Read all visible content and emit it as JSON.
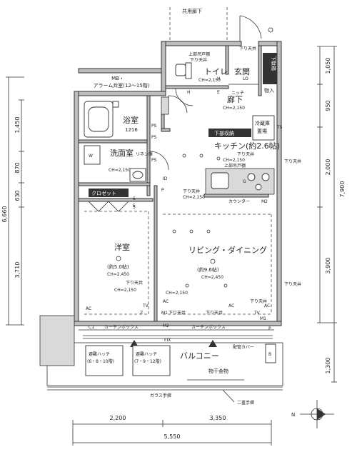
{
  "corridor": "共用廊下",
  "rooms": {
    "toilet": "トイレ",
    "toilet_ceiling": "CH=2,150",
    "entrance": "玄関",
    "storage": "物入",
    "shoe_box": "下駄箱",
    "niche": "ニッチ",
    "hallway": "廊下",
    "hallway_ceiling": "CH=2,150",
    "mb": "MB・",
    "alarm": "アラーム弁室(12～15階)",
    "bath": "浴室",
    "bath_size": "1216",
    "washroom": "洗面室",
    "washroom_ceiling": "CH=2,150",
    "linen": "リネン庫",
    "closet": "クロゼット",
    "fridge": "冷蔵庫",
    "fridge2": "置場",
    "floor_storage": "下部収納",
    "kitchen": "キッチン(約2.6帖)",
    "kitchen_ceiling": "CH=2,150",
    "upper_cabinet": "上部吊戸棚",
    "upper_cabinet2": "上部吊戸棚",
    "counter": "カウンター",
    "living": "リビング・ダイニング",
    "living_size": "(約9.6帖)",
    "living_ceiling": "CH=2,450",
    "western": "洋室",
    "western_size": "(約5.0帖)",
    "western_ceiling": "CH=2,450",
    "balcony": "バルコニー",
    "laundry": "物干金物",
    "hatch1": "避難ハッチ",
    "hatch1_floors": "(6・8・10階)",
    "hatch2": "避難ハッチ",
    "hatch2_floors": "(7・9・12階)",
    "glass_rail": "ガラス手摺",
    "double_rail": "二重手摺",
    "pipe_cover": "配管カバー",
    "curtain1": "カーテンボックス",
    "curtain2": "カーテンボックス",
    "fix": "FIX"
  },
  "labels": {
    "drop_ceiling_1": "下り天井",
    "drop_ceiling_2": "下り天井",
    "drop_ceiling_3": "下り天井",
    "drop_ceiling_4": "下り天井",
    "drop_ceiling_5": "下り天井",
    "drop_ceiling_6": "下り天井",
    "drop_ceiling_7": "下り天井",
    "drop_ceiling_8": "下り天井",
    "drop_ceiling_9": "下り天井",
    "drop_ceiling_10": "下り天井",
    "ch_1": "CH=2,150",
    "ch_2": "CH=2,150",
    "ch_3": "CH=2,150",
    "upper_toilet": "上部吊戸棚",
    "ps1": "PS",
    "ps2": "PS",
    "ps3": "PS",
    "mb": "MB",
    "p1": "P",
    "p2": "P",
    "m1": "M1",
    "m1b": "M1",
    "m2": "M2",
    "m2b": "M2",
    "c1": "C1",
    "b": "B",
    "ac1": "AC",
    "ac2": "AC",
    "ac3": "AC",
    "ac4": "AC",
    "tv1": "TV",
    "tv2": "TV",
    "z1": "Z",
    "w": "W",
    "lo": "LO",
    "id": "ID",
    "ts": "TS",
    "g": "G",
    "h1": "H",
    "h2": "H",
    "e": "E",
    "numbers": [
      "5",
      "6",
      "1",
      "2",
      "3",
      "4",
      "1",
      "2",
      "3",
      "4",
      "3",
      "2",
      "5"
    ]
  },
  "dimensions": {
    "left_total": "6,660",
    "left_1": "1,450",
    "left_2": "870",
    "left_3": "630",
    "left_4": "3,710",
    "right_1": "1,050",
    "right_2": "950",
    "right_3": "2,000",
    "right_total": "7,900",
    "right_4": "3,900",
    "right_5": "1,300",
    "bottom_1": "2,200",
    "bottom_2": "3,350",
    "bottom_total": "5,550"
  },
  "compass": "N"
}
